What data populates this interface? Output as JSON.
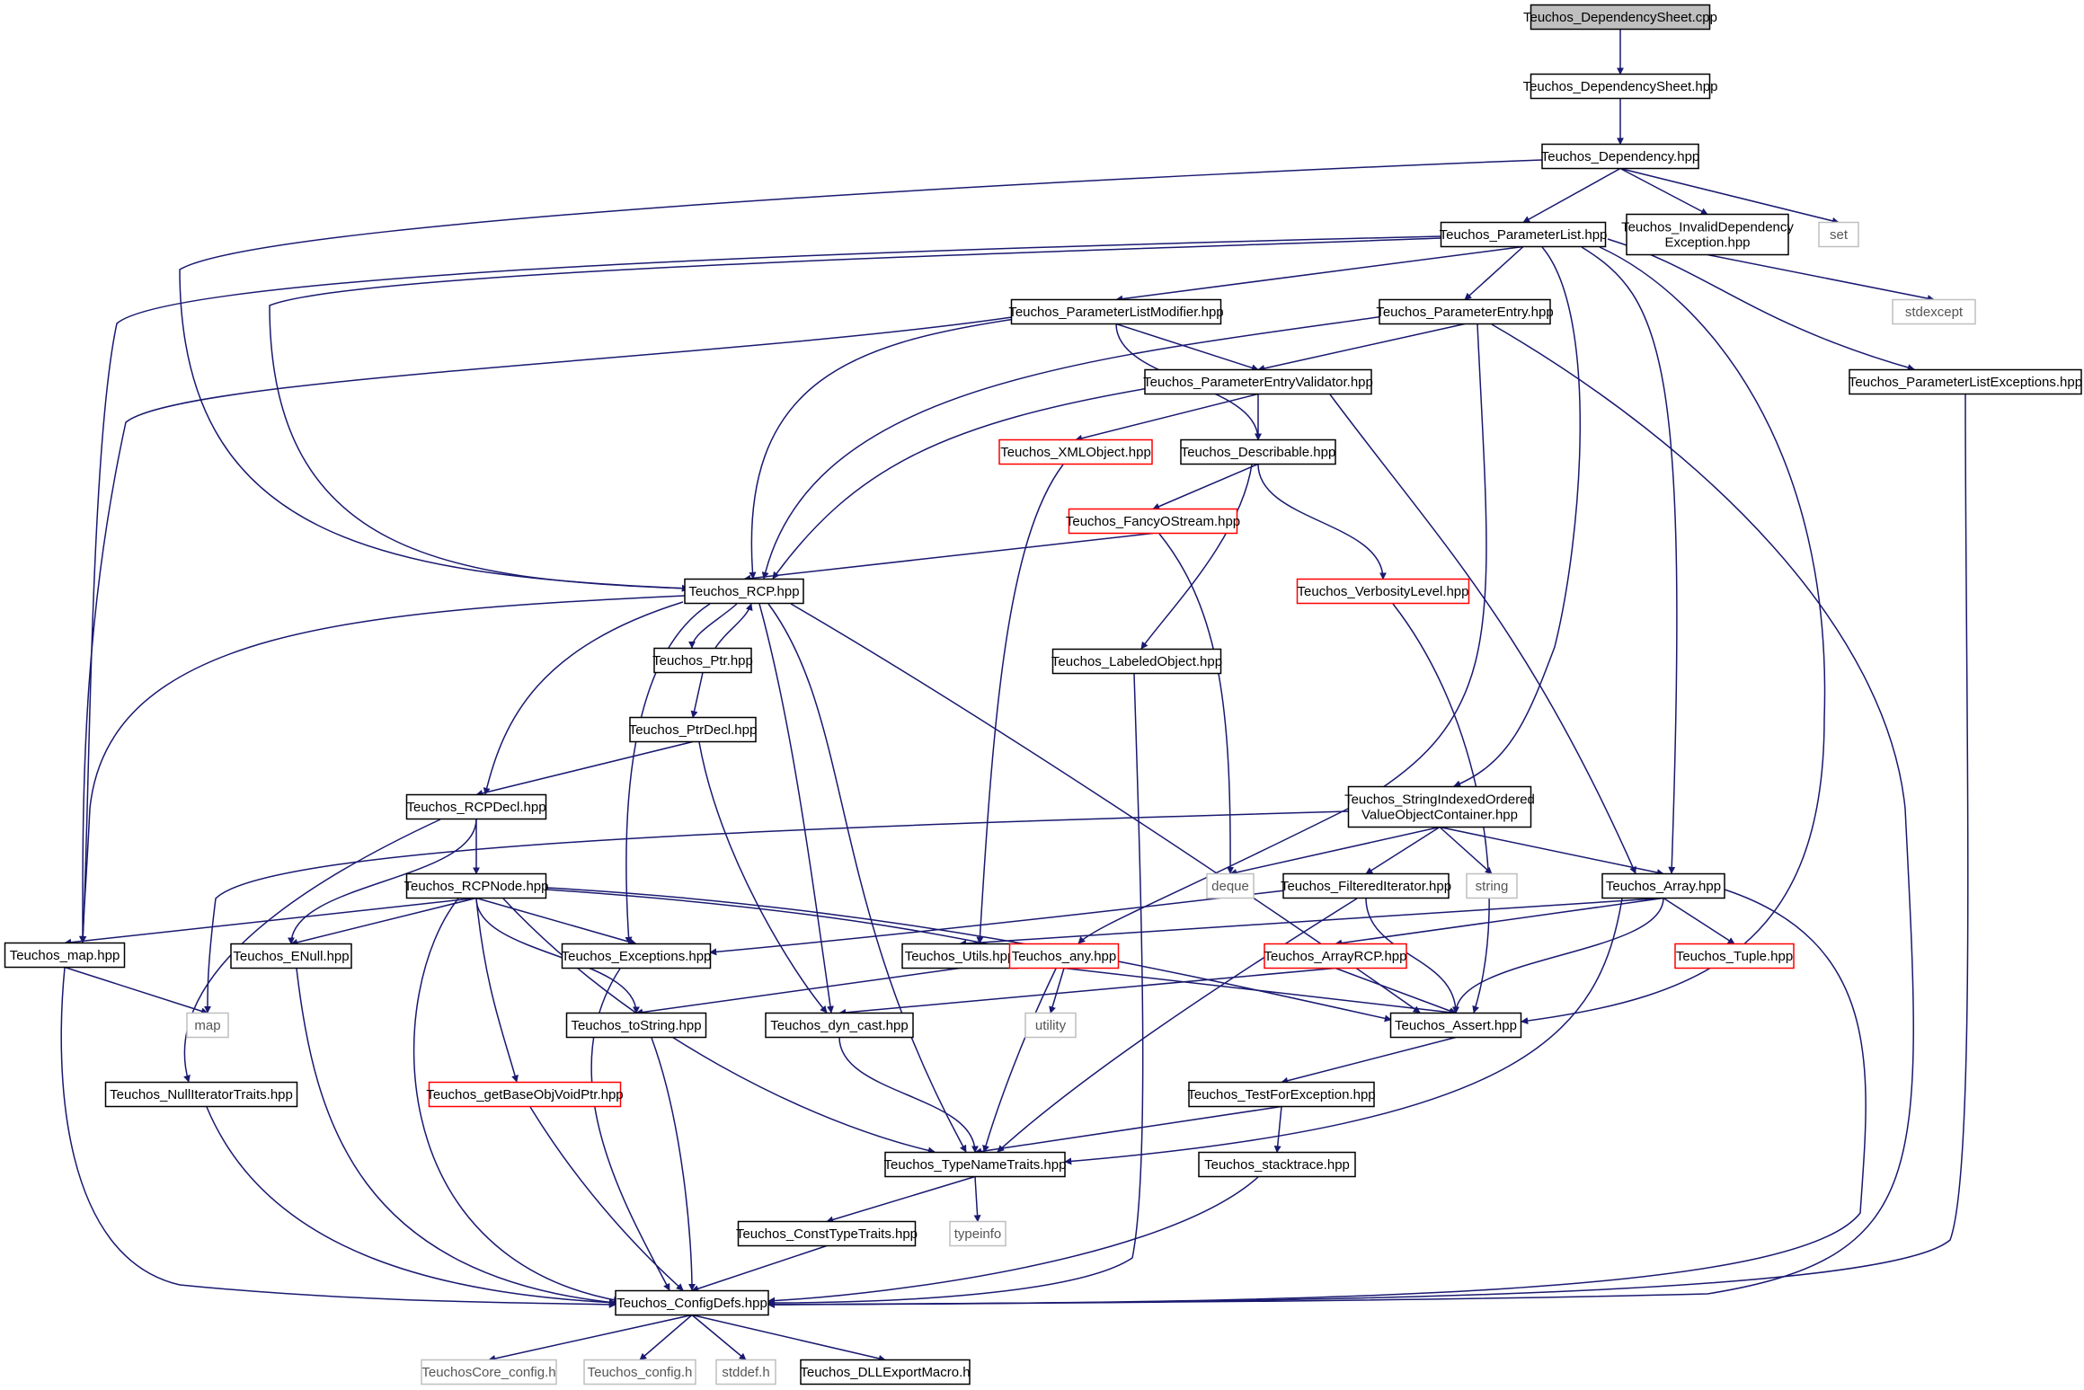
{
  "colors": {
    "edge": "#191970",
    "box_border": "#000000",
    "root_fill": "#bfbfbf",
    "truncated_border": "#ff0000",
    "external_border": "#bfbfbf",
    "external_text": "#555555",
    "text": "#000000",
    "background": "#ffffff"
  },
  "nodes": [
    {
      "id": "n_sheet_cpp",
      "lines": [
        "Teuchos_DependencySheet.cpp"
      ],
      "kind": "root"
    },
    {
      "id": "n_sheet_hpp",
      "lines": [
        "Teuchos_DependencySheet.hpp"
      ],
      "kind": "normal"
    },
    {
      "id": "n_dependency",
      "lines": [
        "Teuchos_Dependency.hpp"
      ],
      "kind": "normal"
    },
    {
      "id": "n_paramlist",
      "lines": [
        "Teuchos_ParameterList.hpp"
      ],
      "kind": "normal"
    },
    {
      "id": "n_invaliddep",
      "lines": [
        "Teuchos_InvalidDependency",
        "Exception.hpp"
      ],
      "kind": "normal"
    },
    {
      "id": "n_set",
      "lines": [
        "set"
      ],
      "kind": "external"
    },
    {
      "id": "n_stdexcept",
      "lines": [
        "stdexcept"
      ],
      "kind": "external"
    },
    {
      "id": "n_plmodifier",
      "lines": [
        "Teuchos_ParameterListModifier.hpp"
      ],
      "kind": "normal"
    },
    {
      "id": "n_pentry",
      "lines": [
        "Teuchos_ParameterEntry.hpp"
      ],
      "kind": "normal"
    },
    {
      "id": "n_plexceptions",
      "lines": [
        "Teuchos_ParameterListExceptions.hpp"
      ],
      "kind": "normal"
    },
    {
      "id": "n_pevalidator",
      "lines": [
        "Teuchos_ParameterEntryValidator.hpp"
      ],
      "kind": "normal"
    },
    {
      "id": "n_xmlobject",
      "lines": [
        "Teuchos_XMLObject.hpp"
      ],
      "kind": "truncated"
    },
    {
      "id": "n_describable",
      "lines": [
        "Teuchos_Describable.hpp"
      ],
      "kind": "normal"
    },
    {
      "id": "n_fancyostream",
      "lines": [
        "Teuchos_FancyOStream.hpp"
      ],
      "kind": "truncated"
    },
    {
      "id": "n_rcp",
      "lines": [
        "Teuchos_RCP.hpp"
      ],
      "kind": "normal"
    },
    {
      "id": "n_verbosity",
      "lines": [
        "Teuchos_VerbosityLevel.hpp"
      ],
      "kind": "truncated"
    },
    {
      "id": "n_ptr",
      "lines": [
        "Teuchos_Ptr.hpp"
      ],
      "kind": "normal"
    },
    {
      "id": "n_labeledobject",
      "lines": [
        "Teuchos_LabeledObject.hpp"
      ],
      "kind": "normal"
    },
    {
      "id": "n_ptrdecl",
      "lines": [
        "Teuchos_PtrDecl.hpp"
      ],
      "kind": "normal"
    },
    {
      "id": "n_rcpdecl",
      "lines": [
        "Teuchos_RCPDecl.hpp"
      ],
      "kind": "normal"
    },
    {
      "id": "n_strindexed",
      "lines": [
        "Teuchos_StringIndexedOrdered",
        "ValueObjectContainer.hpp"
      ],
      "kind": "normal"
    },
    {
      "id": "n_rcpnode",
      "lines": [
        "Teuchos_RCPNode.hpp"
      ],
      "kind": "normal"
    },
    {
      "id": "n_deque",
      "lines": [
        "deque"
      ],
      "kind": "external"
    },
    {
      "id": "n_filterediter",
      "lines": [
        "Teuchos_FilteredIterator.hpp"
      ],
      "kind": "normal"
    },
    {
      "id": "n_string",
      "lines": [
        "string"
      ],
      "kind": "external"
    },
    {
      "id": "n_array",
      "lines": [
        "Teuchos_Array.hpp"
      ],
      "kind": "normal"
    },
    {
      "id": "n_map_hpp",
      "lines": [
        "Teuchos_map.hpp"
      ],
      "kind": "normal"
    },
    {
      "id": "n_enull",
      "lines": [
        "Teuchos_ENull.hpp"
      ],
      "kind": "normal"
    },
    {
      "id": "n_exceptions",
      "lines": [
        "Teuchos_Exceptions.hpp"
      ],
      "kind": "normal"
    },
    {
      "id": "n_utils",
      "lines": [
        "Teuchos_Utils.hpp"
      ],
      "kind": "normal"
    },
    {
      "id": "n_any",
      "lines": [
        "Teuchos_any.hpp"
      ],
      "kind": "truncated"
    },
    {
      "id": "n_arrayrcp",
      "lines": [
        "Teuchos_ArrayRCP.hpp"
      ],
      "kind": "truncated"
    },
    {
      "id": "n_tuple",
      "lines": [
        "Teuchos_Tuple.hpp"
      ],
      "kind": "truncated"
    },
    {
      "id": "n_map",
      "lines": [
        "map"
      ],
      "kind": "external"
    },
    {
      "id": "n_tostring",
      "lines": [
        "Teuchos_toString.hpp"
      ],
      "kind": "normal"
    },
    {
      "id": "n_dyncast",
      "lines": [
        "Teuchos_dyn_cast.hpp"
      ],
      "kind": "normal"
    },
    {
      "id": "n_utility",
      "lines": [
        "utility"
      ],
      "kind": "external"
    },
    {
      "id": "n_assert",
      "lines": [
        "Teuchos_Assert.hpp"
      ],
      "kind": "normal"
    },
    {
      "id": "n_nulliter",
      "lines": [
        "Teuchos_NullIteratorTraits.hpp"
      ],
      "kind": "normal"
    },
    {
      "id": "n_getbaseobj",
      "lines": [
        "Teuchos_getBaseObjVoidPtr.hpp"
      ],
      "kind": "truncated"
    },
    {
      "id": "n_testforexc",
      "lines": [
        "Teuchos_TestForException.hpp"
      ],
      "kind": "normal"
    },
    {
      "id": "n_typenametraits",
      "lines": [
        "Teuchos_TypeNameTraits.hpp"
      ],
      "kind": "normal"
    },
    {
      "id": "n_stacktrace",
      "lines": [
        "Teuchos_stacktrace.hpp"
      ],
      "kind": "normal"
    },
    {
      "id": "n_consttypetraits",
      "lines": [
        "Teuchos_ConstTypeTraits.hpp"
      ],
      "kind": "normal"
    },
    {
      "id": "n_typeinfo",
      "lines": [
        "typeinfo"
      ],
      "kind": "external"
    },
    {
      "id": "n_configdefs",
      "lines": [
        "Teuchos_ConfigDefs.hpp"
      ],
      "kind": "normal"
    },
    {
      "id": "n_teuchoscore_config",
      "lines": [
        "TeuchosCore_config.h"
      ],
      "kind": "external"
    },
    {
      "id": "n_teuchos_config",
      "lines": [
        "Teuchos_config.h"
      ],
      "kind": "external"
    },
    {
      "id": "n_stddef",
      "lines": [
        "stddef.h"
      ],
      "kind": "external"
    },
    {
      "id": "n_dllexport",
      "lines": [
        "Teuchos_DLLExportMacro.h"
      ],
      "kind": "normal"
    }
  ],
  "edges": [
    [
      "n_sheet_cpp",
      "n_sheet_hpp"
    ],
    [
      "n_sheet_hpp",
      "n_dependency"
    ],
    [
      "n_dependency",
      "n_paramlist"
    ],
    [
      "n_dependency",
      "n_invaliddep"
    ],
    [
      "n_dependency",
      "n_set"
    ],
    [
      "n_dependency",
      "n_rcp"
    ],
    [
      "n_invaliddep",
      "n_stdexcept"
    ],
    [
      "n_paramlist",
      "n_plmodifier"
    ],
    [
      "n_paramlist",
      "n_pentry"
    ],
    [
      "n_paramlist",
      "n_plexceptions"
    ],
    [
      "n_paramlist",
      "n_strindexed"
    ],
    [
      "n_paramlist",
      "n_array"
    ],
    [
      "n_paramlist",
      "n_assert"
    ],
    [
      "n_paramlist",
      "n_rcp"
    ],
    [
      "n_paramlist",
      "n_map_hpp"
    ],
    [
      "n_plmodifier",
      "n_pevalidator"
    ],
    [
      "n_plmodifier",
      "n_describable"
    ],
    [
      "n_plmodifier",
      "n_rcp"
    ],
    [
      "n_plmodifier",
      "n_map_hpp"
    ],
    [
      "n_pentry",
      "n_pevalidator"
    ],
    [
      "n_pentry",
      "n_rcp"
    ],
    [
      "n_pentry",
      "n_any"
    ],
    [
      "n_pentry",
      "n_configdefs"
    ],
    [
      "n_plexceptions",
      "n_configdefs"
    ],
    [
      "n_pevalidator",
      "n_xmlobject"
    ],
    [
      "n_pevalidator",
      "n_describable"
    ],
    [
      "n_pevalidator",
      "n_rcp"
    ],
    [
      "n_pevalidator",
      "n_array"
    ],
    [
      "n_xmlobject",
      "n_utils"
    ],
    [
      "n_describable",
      "n_fancyostream"
    ],
    [
      "n_describable",
      "n_verbosity"
    ],
    [
      "n_describable",
      "n_labeledobject"
    ],
    [
      "n_fancyostream",
      "n_rcp"
    ],
    [
      "n_fancyostream",
      "n_deque"
    ],
    [
      "n_verbosity",
      "n_assert"
    ],
    [
      "n_labeledobject",
      "n_configdefs"
    ],
    [
      "n_rcp",
      "n_ptr"
    ],
    [
      "n_rcp",
      "n_rcpdecl"
    ],
    [
      "n_rcp",
      "n_exceptions"
    ],
    [
      "n_rcp",
      "n_dyncast"
    ],
    [
      "n_rcp",
      "n_typenametraits"
    ],
    [
      "n_rcp",
      "n_assert"
    ],
    [
      "n_rcp",
      "n_map_hpp"
    ],
    [
      "n_ptr",
      "n_rcp"
    ],
    [
      "n_ptr",
      "n_ptrdecl"
    ],
    [
      "n_ptrdecl",
      "n_rcpdecl"
    ],
    [
      "n_ptrdecl",
      "n_dyncast"
    ],
    [
      "n_rcpdecl",
      "n_rcpnode"
    ],
    [
      "n_rcpdecl",
      "n_enull"
    ],
    [
      "n_rcpdecl",
      "n_nulliter"
    ],
    [
      "n_rcpnode",
      "n_map_hpp"
    ],
    [
      "n_rcpnode",
      "n_enull"
    ],
    [
      "n_rcpnode",
      "n_exceptions"
    ],
    [
      "n_rcpnode",
      "n_tostring"
    ],
    [
      "n_rcpnode",
      "n_getbaseobj"
    ],
    [
      "n_rcpnode",
      "n_typenametraits"
    ],
    [
      "n_rcpnode",
      "n_any"
    ],
    [
      "n_rcpnode",
      "n_assert"
    ],
    [
      "n_rcpnode",
      "n_configdefs"
    ],
    [
      "n_strindexed",
      "n_deque"
    ],
    [
      "n_strindexed",
      "n_filterediter"
    ],
    [
      "n_strindexed",
      "n_string"
    ],
    [
      "n_strindexed",
      "n_array"
    ],
    [
      "n_strindexed",
      "n_map"
    ],
    [
      "n_filterediter",
      "n_exceptions"
    ],
    [
      "n_filterediter",
      "n_assert"
    ],
    [
      "n_filterediter",
      "n_typenametraits"
    ],
    [
      "n_array",
      "n_utils"
    ],
    [
      "n_array",
      "n_arrayrcp"
    ],
    [
      "n_array",
      "n_tuple"
    ],
    [
      "n_array",
      "n_assert"
    ],
    [
      "n_array",
      "n_typenametraits"
    ],
    [
      "n_array",
      "n_configdefs"
    ],
    [
      "n_map_hpp",
      "n_map"
    ],
    [
      "n_map_hpp",
      "n_configdefs"
    ],
    [
      "n_enull",
      "n_configdefs"
    ],
    [
      "n_exceptions",
      "n_configdefs"
    ],
    [
      "n_utils",
      "n_tostring"
    ],
    [
      "n_any",
      "n_utility"
    ],
    [
      "n_any",
      "n_typenametraits"
    ],
    [
      "n_any",
      "n_assert"
    ],
    [
      "n_arrayrcp",
      "n_assert"
    ],
    [
      "n_arrayrcp",
      "n_dyncast"
    ],
    [
      "n_tostring",
      "n_configdefs"
    ],
    [
      "n_dyncast",
      "n_typenametraits"
    ],
    [
      "n_assert",
      "n_testforexc"
    ],
    [
      "n_nulliter",
      "n_configdefs"
    ],
    [
      "n_getbaseobj",
      "n_configdefs"
    ],
    [
      "n_testforexc",
      "n_typenametraits"
    ],
    [
      "n_testforexc",
      "n_stacktrace"
    ],
    [
      "n_typenametraits",
      "n_consttypetraits"
    ],
    [
      "n_typenametraits",
      "n_typeinfo"
    ],
    [
      "n_stacktrace",
      "n_configdefs"
    ],
    [
      "n_consttypetraits",
      "n_configdefs"
    ],
    [
      "n_configdefs",
      "n_teuchoscore_config"
    ],
    [
      "n_configdefs",
      "n_teuchos_config"
    ],
    [
      "n_configdefs",
      "n_stddef"
    ],
    [
      "n_configdefs",
      "n_dllexport"
    ]
  ]
}
